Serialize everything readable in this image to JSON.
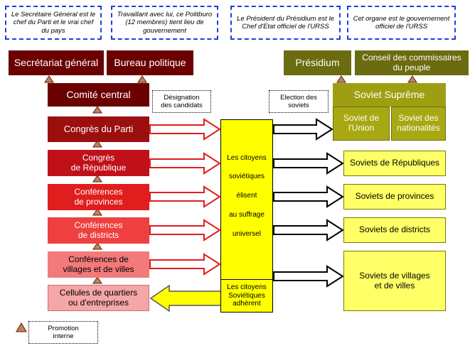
{
  "notes": {
    "secretary": "Le Secrétaire Général est le chef du Parti et le vrai chef du pays",
    "politburo": "Travaillant avec lui, ce Politburo (12 membres) tient lieu de gouvernement",
    "president": "Le Président du Présidium est le Chef d'Etat officiel de l'URSS",
    "government": "Cet organe est le gouvernement officiel de l'URSS"
  },
  "party": {
    "secretariat": "Secrétariat général",
    "politburo": "Bureau politique",
    "central_committee": "Comité central",
    "congress": "Congrès du Parti",
    "republic_congress": "Congrès\nde République",
    "province_conf": "Conférences\nde provinces",
    "district_conf": "Conférences\nde districts",
    "village_conf": "Conférences de\nvillages et de villes",
    "cells": "Cellules de quartiers\nou d'entreprises"
  },
  "labels": {
    "designation": "Désignation\ndes candidats",
    "election": "Election des\nsoviets",
    "internal_promotion": "Promotion\ninterne"
  },
  "citizens": {
    "lines": [
      "Les citoyens",
      "soviétiques",
      "élisent",
      "au suffrage",
      "universel"
    ],
    "adhere": "Les citoyens\nSoviétiques\nadhèrent"
  },
  "state": {
    "presidium": "Présidium",
    "council": "Conseil des commissaires\ndu peuple",
    "supreme_soviet": "Soviet Suprême",
    "soviet_union": "Soviet de\nl'Union",
    "soviet_nationalities": "Soviet des\nnationalités",
    "republic_soviets": "Soviets de Républiques",
    "province_soviets": "Soviets de provinces",
    "district_soviets": "Soviets de districts",
    "village_soviets": "Soviets de villages\net de villes"
  },
  "colors": {
    "dark_red": "#6b0000",
    "olive": "#6b6b0f",
    "yellow": "#ffff00",
    "note_border": "#1f3fd6"
  }
}
